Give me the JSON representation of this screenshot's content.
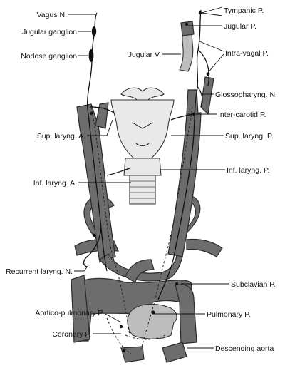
{
  "labels": {
    "vagus_n": "Vagus N.",
    "jugular_ganglion": "Jugular ganglion",
    "nodose_ganglion": "Nodose ganglion",
    "jugular_v": "Jugular V.",
    "tympanic_p": "Tympanic P.",
    "jugular_p": "Jugular P.",
    "intra_vagal_p": "Intra-vagal P.",
    "glossopharyng_n": "Glossopharyng. N.",
    "inter_carotid_p": "Inter-carotid P.",
    "sup_laryng_a": "Sup. laryng. A.",
    "sup_laryng_p": "Sup. laryng. P.",
    "inf_laryng_a": "Inf. laryng. A.",
    "inf_laryng_p": "Inf. laryng. P.",
    "recurrent_laryng_n": "Recurrent laryng. N.",
    "subclavian_p": "Subclavian P.",
    "aortico_pulmonary_p": "Aortico-pulmonary P.",
    "pulmonary_p": "Pulmonary P.",
    "coronary_p": "Coronary P.",
    "descending_aorta": "Descending aorta"
  },
  "colors": {
    "vessel": "#6d6d6d",
    "larynx": "#e9e9e9",
    "pulmonary_trunk": "#bdbdbd",
    "nerve": "#111111"
  }
}
